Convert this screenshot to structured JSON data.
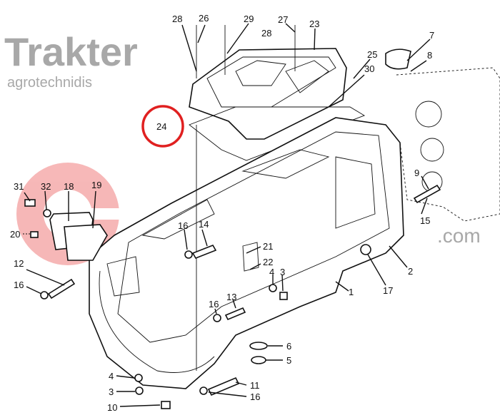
{
  "diagram": {
    "title": "Gearbox housing exploded parts drawing",
    "highlighted_part": "24",
    "highlight_color": "#e02020",
    "watermark": {
      "brand": "Trakter",
      "suffix": ".com",
      "tagline": "agrotechnidis",
      "logo_color": "#f4a0a0",
      "text_color": "#a8a8a8"
    },
    "labels": {
      "l28a": "28",
      "l26": "26",
      "l29": "29",
      "l28b": "28",
      "l27": "27",
      "l23": "23",
      "l7": "7",
      "l8": "8",
      "l25": "25",
      "l30": "30",
      "l24": "24",
      "l31": "31",
      "l32": "32",
      "l18": "18",
      "l19": "19",
      "l20": "20",
      "l16a": "16",
      "l14": "14",
      "l9": "9",
      "l15": "15",
      "l21": "21",
      "l22": "22",
      "l4a": "4",
      "l3a": "3",
      "l12": "12",
      "l16b": "16",
      "l13": "13",
      "l16c": "16",
      "l17": "17",
      "l2": "2",
      "l1": "1",
      "l6": "6",
      "l5": "5",
      "l4b": "4",
      "l3b": "3",
      "l10": "10",
      "l11": "11",
      "l16d": "16"
    }
  }
}
